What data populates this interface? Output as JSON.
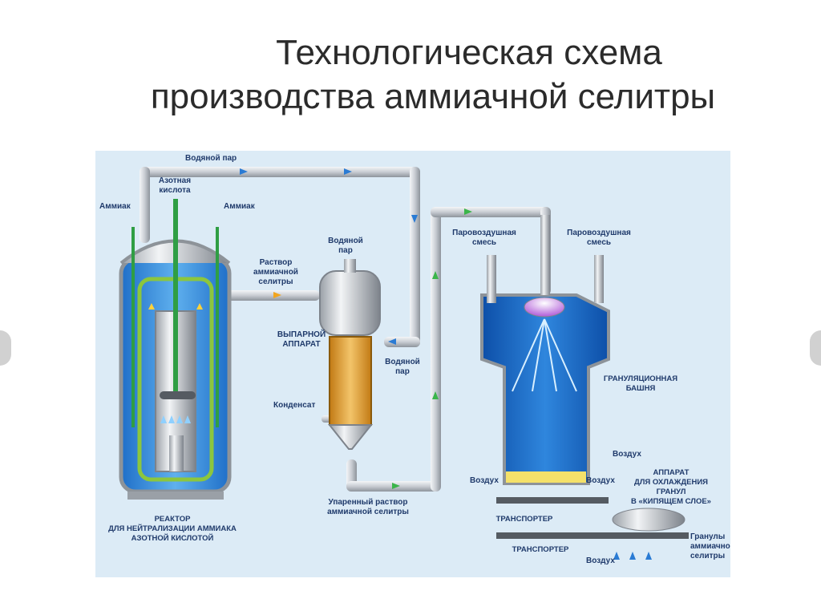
{
  "title": {
    "line1": "Технологическая схема",
    "line2": "производства аммиачной селитры"
  },
  "labels": {
    "steam_top": "Водяной пар",
    "nitric_acid_1": "Азотная",
    "nitric_acid_2": "кислота",
    "ammonia_left": "Аммиак",
    "ammonia_right": "Аммиак",
    "steam_evap_1": "Водяной",
    "steam_evap_2": "пар",
    "solution_1": "Раствор",
    "solution_2": "аммиачной",
    "solution_3": "селитры",
    "evaporator_1": "ВЫПАРНОЙ",
    "evaporator_2": "АППАРАТ",
    "steam_side_1": "Водяной",
    "steam_side_2": "пар",
    "condensate": "Конденсат",
    "conc_1": "Упаренный раствор",
    "conc_2": "аммиачной селитры",
    "reactor_1": "РЕАКТОР",
    "reactor_2": "ДЛЯ НЕЙТРАЛИЗАЦИИ АММИАКА",
    "reactor_3": "АЗОТНОЙ КИСЛОТОЙ",
    "steamair_left_1": "Паровоздушная",
    "steamair_left_2": "смесь",
    "steamair_right_1": "Паровоздушная",
    "steamair_right_2": "смесь",
    "tower_1": "ГРАНУЛЯЦИОННАЯ",
    "tower_2": "БАШНЯ",
    "air_1": "Воздух",
    "air_2": "Воздух",
    "air_3": "Воздух",
    "air_4": "Воздух",
    "cooler_1": "АППАРАТ",
    "cooler_2": "ДЛЯ ОХЛАЖДЕНИЯ",
    "cooler_3": "ГРАНУЛ",
    "cooler_4": "В «КИПЯЩЕМ СЛОЕ»",
    "conveyor_1": "ТРАНСПОРТЕР",
    "conveyor_2": "ТРАНСПОРТЕР",
    "granules_1": "Гранулы",
    "granules_2": "аммиачной",
    "granules_3": "селитры"
  }
}
